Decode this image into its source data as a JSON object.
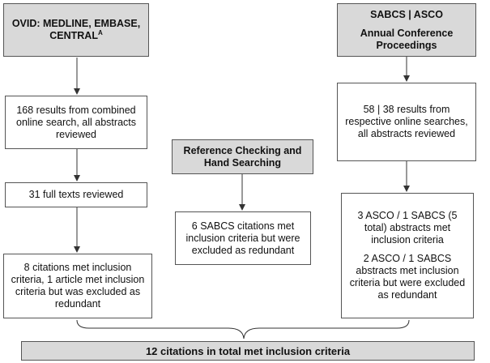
{
  "sources": {
    "ovid": {
      "title": "OVID: MEDLINE, EMBASE, CENTRAL",
      "title_superscript": "A"
    },
    "reference": {
      "title": "Reference Checking and Hand Searching"
    },
    "conference": {
      "title": "SABCS | ASCO",
      "subtitle": "Annual Conference Proceedings"
    }
  },
  "left_column": {
    "search_results": "168 results from combined online search, all abstracts reviewed",
    "full_texts": "31 full texts reviewed",
    "met_criteria": "8 citations met inclusion criteria, 1 article met inclusion criteria but was excluded as redundant"
  },
  "middle_column": {
    "outcome": "6 SABCS citations met inclusion criteria but were excluded as redundant"
  },
  "right_column": {
    "search_results": "58 | 38 results from respective online searches, all abstracts reviewed",
    "met_criteria": "3 ASCO / 1 SABCS (5 total) abstracts met inclusion criteria",
    "excluded": "2 ASCO / 1 SABCS abstracts met inclusion criteria but were excluded as redundant"
  },
  "final": {
    "total": "12 citations in total met inclusion criteria"
  }
}
